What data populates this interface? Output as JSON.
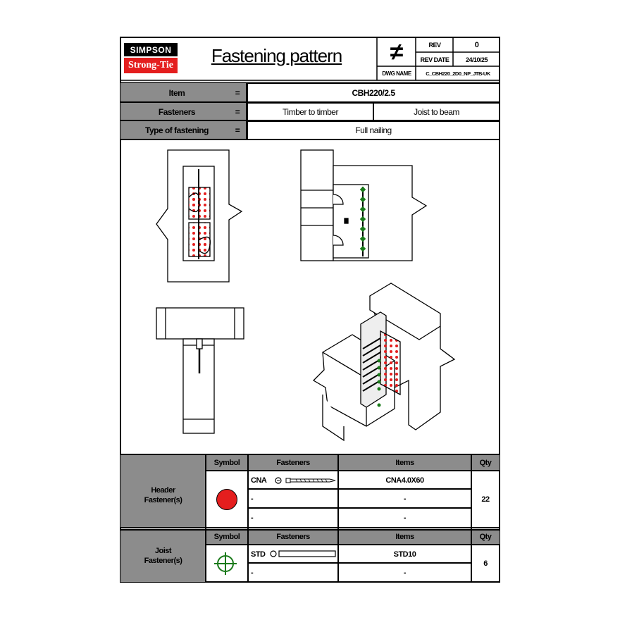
{
  "header": {
    "logo_top": "SIMPSON",
    "logo_bottom": "Strong-Tie",
    "title": "Fastening pattern",
    "rev_label": "REV",
    "rev_value": "0",
    "rev_date_label": "REV DATE",
    "rev_date_value": "24/10/25",
    "dwg_name_label": "DWG NAME",
    "dwg_name_value": "C_CBH220_2D0_NP_JTB-UK"
  },
  "info": {
    "item_label": "Item",
    "item_eq": "=",
    "item_value": "CBH220/2.5",
    "fasteners_label": "Fasteners",
    "fasteners_eq": "=",
    "fasteners_value_1": "Timber to timber",
    "fasteners_value_2": "Joist to beam",
    "type_label": "Type of fastening",
    "type_eq": "=",
    "type_value": "Full nailing"
  },
  "header_table": {
    "group_label": "Header\nFastener(s)",
    "col_symbol": "Symbol",
    "col_fasteners": "Fasteners",
    "col_items": "Items",
    "col_qty": "Qty",
    "rows": [
      {
        "fastener": "CNA",
        "item": "CNA4.0X60"
      },
      {
        "fastener": "-",
        "item": "-"
      },
      {
        "fastener": "-",
        "item": "-"
      }
    ],
    "qty": "22",
    "symbol_color": "#e41e1e"
  },
  "joist_table": {
    "group_label": "Joist\nFastener(s)",
    "col_symbol": "Symbol",
    "col_fasteners": "Fasteners",
    "col_items": "Items",
    "col_qty": "Qty",
    "rows": [
      {
        "fastener": "STD",
        "item": "STD10"
      },
      {
        "fastener": "-",
        "item": "-"
      }
    ],
    "qty": "6",
    "symbol_color": "#1a7a1a"
  },
  "symbols": {
    "not_equal_icon": "not-equal-icon",
    "header_icon": "red-dot-icon",
    "joist_icon": "crosshair-icon"
  }
}
